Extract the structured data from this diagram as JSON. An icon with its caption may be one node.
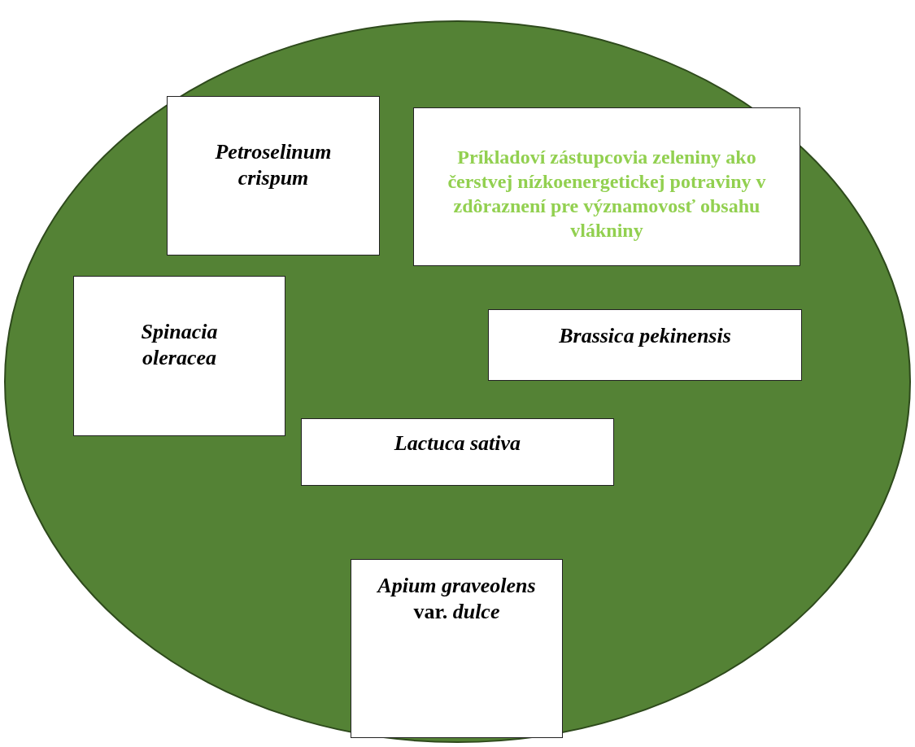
{
  "diagram": {
    "nodes": [
      {
        "text": [],
        "shape": "ellipse"
      },
      {
        "text": [
          "Petroselinum crispum"
        ],
        "in": 0
      },
      {
        "text": [
          "Príkladoví zástupcovia zeleniny ako čerstvej nízkoenergetickej potraviny v zdôraznení pre významovosť obsahu vlákniny"
        ],
        "in": 0
      },
      {
        "text": [
          "Spinacia oleracea"
        ],
        "in": 0
      },
      {
        "text": [
          "Brassica pekinensis"
        ],
        "in": 0
      },
      {
        "text": [
          "Lactuca sativa"
        ],
        "in": 0
      },
      {
        "text": [
          "*Apium graveolens* var. *dulce*"
        ],
        "in": 0
      }
    ]
  }
}
